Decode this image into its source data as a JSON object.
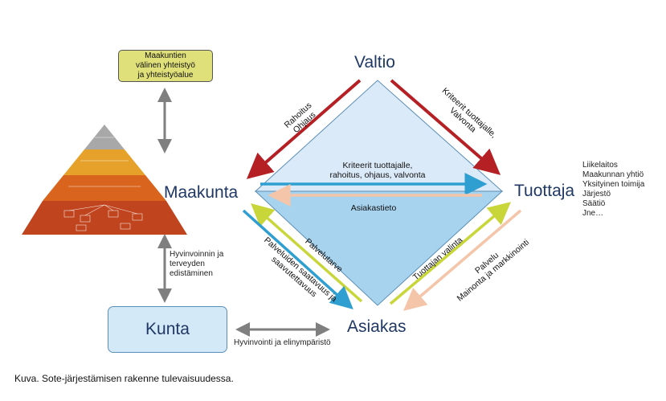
{
  "nodes": {
    "valtio": "Valtio",
    "maakunta": "Maakunta",
    "tuottaja": "Tuottaja",
    "asiakas": "Asiakas",
    "kunta": "Kunta"
  },
  "yellow_box": [
    "Maakuntien",
    "välinen yhteistyö",
    "ja yhteistyöalue"
  ],
  "producer_types": [
    "Liikelaitos",
    "Maakunnan yhtiö",
    "Yksityinen toimija",
    "Järjestö",
    "Säätiö",
    "Jne…"
  ],
  "edges": {
    "valtio_maakunta": [
      "Rahoitus",
      "Ohjaus"
    ],
    "valtio_tuottaja": [
      "Kriteerit tuottajalle,",
      "Valvonta"
    ],
    "maakunta_tuottaja": [
      "Kriteerit tuottajalle,",
      "rahoitus, ohjaus, valvonta"
    ],
    "tuottaja_maakunta": "Asiakastieto",
    "asiakas_maakunta": "Palvelutarve",
    "maakunta_asiakas": [
      "Palveluiden saatavuus ja",
      "saavutettavuus"
    ],
    "asiakas_tuottaja": "Tuottajan valinta",
    "tuottaja_asiakas": [
      "Palvelu",
      "Mainonta ja markkinointi"
    ],
    "maakunta_kunta": [
      "Hyvinvoinnin ja",
      "terveyden",
      "edistäminen"
    ],
    "kunta_asiakas": "Hyvinvointi ja elinympäristö"
  },
  "caption": "Kuva. Sote-järjestämisen rakenne tulevaisuudessa.",
  "colors": {
    "dark_red": "#b52025",
    "blue": "#2f9fd1",
    "peach": "#f4c5a8",
    "lime": "#c8d63a",
    "gray": "#7f7f7f",
    "diamond_top": "#dbeaf8",
    "diamond_bottom": "#a7d3ef"
  }
}
